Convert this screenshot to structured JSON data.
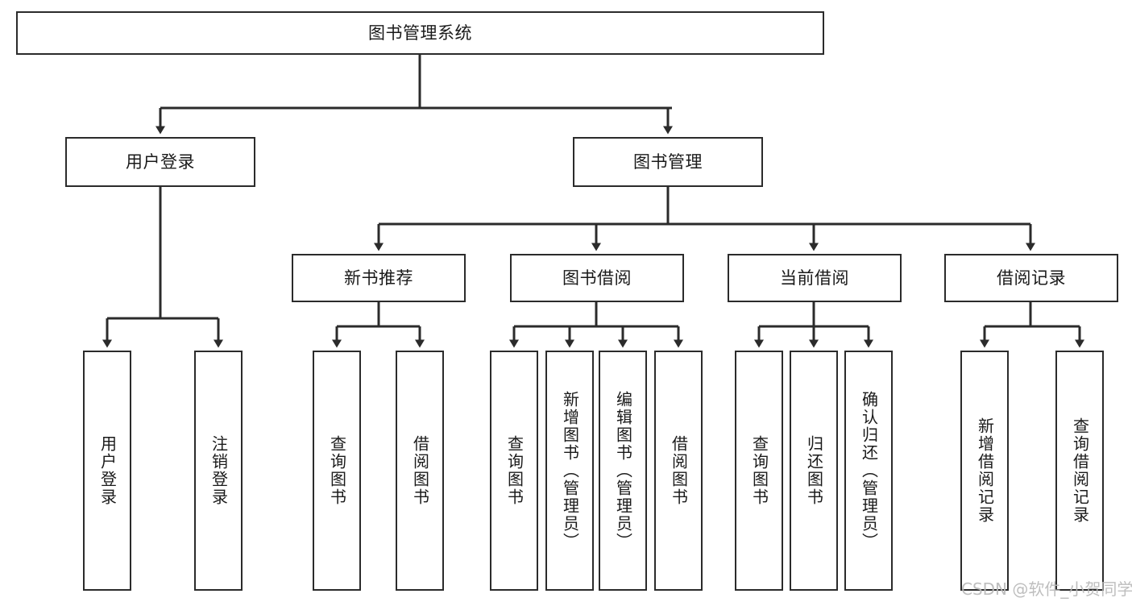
{
  "diagram": {
    "title": "图书管理系统",
    "watermark": "CSDN @软件_小贺同学",
    "colors": {
      "box_border": "#2b2b2b",
      "box_fill": "#ffffff",
      "connector": "#2b2b2b",
      "text": "#1a1a1a",
      "watermark": "#b9b9b9",
      "background": "#ffffff"
    },
    "root": {
      "label": "图书管理系统"
    },
    "level2": [
      {
        "label": "用户登录"
      },
      {
        "label": "图书管理"
      }
    ],
    "level3": [
      {
        "label": "新书推荐"
      },
      {
        "label": "图书借阅"
      },
      {
        "label": "当前借阅"
      },
      {
        "label": "借阅记录"
      }
    ],
    "leaves": {
      "user_login": [
        {
          "label": "用户登录"
        },
        {
          "label": "注销登录"
        }
      ],
      "new_book_recommend": [
        {
          "label": "查询图书"
        },
        {
          "label": "借阅图书"
        }
      ],
      "book_borrow": [
        {
          "label": "查询图书"
        },
        {
          "label": "新增图书（管理员）"
        },
        {
          "label": "编辑图书（管理员）"
        },
        {
          "label": "借阅图书"
        }
      ],
      "current_borrow": [
        {
          "label": "查询图书"
        },
        {
          "label": "归还图书"
        },
        {
          "label": "确认归还（管理员）"
        }
      ],
      "borrow_records": [
        {
          "label": "新增借阅记录"
        },
        {
          "label": "查询借阅记录"
        }
      ]
    }
  }
}
